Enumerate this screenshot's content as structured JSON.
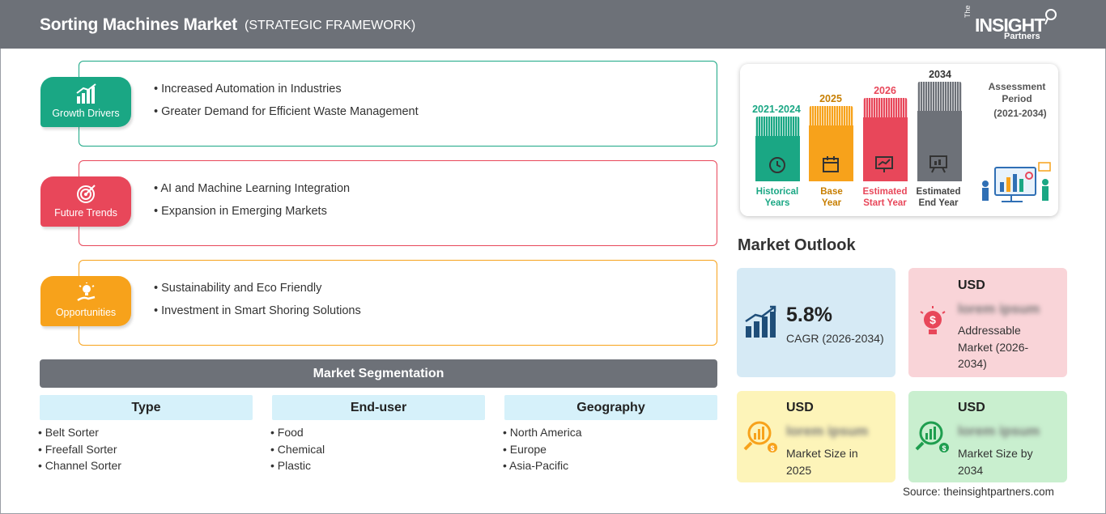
{
  "header": {
    "title": "Sorting Machines Market",
    "subtitle": "(STRATEGIC FRAMEWORK)",
    "logo": {
      "the": "The",
      "insight": "INSIGHT",
      "partners": "Partners"
    }
  },
  "framework": [
    {
      "label": "Growth Drivers",
      "color": "#1aa784",
      "icon": "bar-growth-icon",
      "items": [
        "Increased Automation in Industries",
        "Greater Demand for Efficient Waste Management"
      ]
    },
    {
      "label": "Future Trends",
      "color": "#e8475a",
      "icon": "target-icon",
      "items": [
        "AI and Machine Learning Integration",
        "Expansion in Emerging Markets"
      ]
    },
    {
      "label": "Opportunities",
      "color": "#f7a21b",
      "icon": "lightbulb-hand-icon",
      "items": [
        "Sustainability and Eco Friendly",
        "Investment in Smart Shoring Solutions"
      ]
    }
  ],
  "segmentation": {
    "title": "Market Segmentation",
    "columns": [
      {
        "head": "Type",
        "items": [
          "Belt Sorter",
          "Freefall Sorter",
          "Channel Sorter"
        ]
      },
      {
        "head": "End-user",
        "items": [
          "Food",
          "Chemical",
          "Plastic"
        ]
      },
      {
        "head": "Geography",
        "items": [
          "North America",
          "Europe",
          "Asia-Pacific"
        ]
      }
    ]
  },
  "timeline": {
    "bars": [
      {
        "year": "2021-2024",
        "caption_1": "Historical",
        "caption_2": "Years",
        "color": "#1aa784",
        "icon": "history-icon"
      },
      {
        "year": "2025",
        "caption_1": "Base",
        "caption_2": "Year",
        "color": "#f7a21b",
        "icon": "calendar-icon"
      },
      {
        "year": "2026",
        "caption_1": "Estimated",
        "caption_2": "Start Year",
        "color": "#e8475a",
        "icon": "chart-screen-icon"
      },
      {
        "year": "2034",
        "caption_1": "Estimated",
        "caption_2": "End Year",
        "color": "#6d7178",
        "icon": "presentation-icon"
      }
    ],
    "assessment_1": "Assessment",
    "assessment_2": "Period",
    "assessment_range": "(2021-2034)"
  },
  "outlook": {
    "title": "Market Outlook",
    "cagr": {
      "value": "5.8%",
      "label": "CAGR (2026-2034)",
      "color": "#d6eaf5"
    },
    "addressable": {
      "usd": "USD",
      "value": "lorem ipsum",
      "label": "Addressable Market (2026-2034)",
      "color": "#f9d4d8"
    },
    "size_2025": {
      "usd": "USD",
      "value": "lorem ipsum",
      "label": "Market Size in 2025",
      "color": "#fdf4b9"
    },
    "size_2034": {
      "usd": "USD",
      "value": "lorem ipsum",
      "label": "Market Size by 2034",
      "color": "#c9efcf"
    }
  },
  "source": "Source: theinsightpartners.com"
}
